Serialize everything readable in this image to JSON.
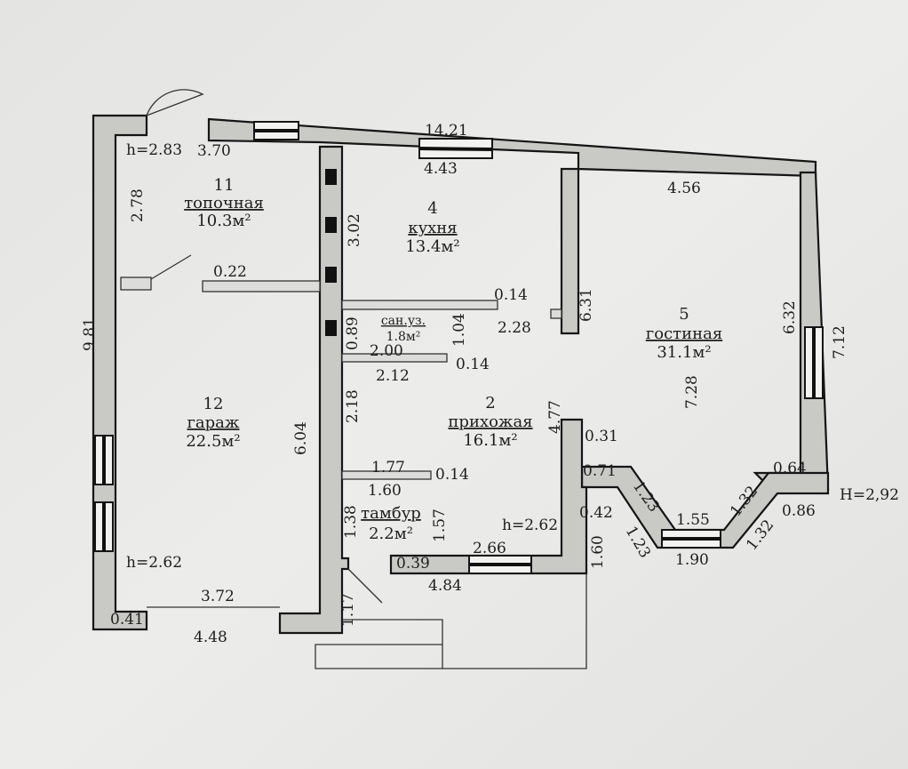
{
  "rooms": [
    {
      "number": "11",
      "name": "топочная",
      "area": "10.3м²"
    },
    {
      "number": "4",
      "name": "кухня",
      "area": "13.4м²"
    },
    {
      "number": "",
      "name": "сан.уз.",
      "area": "1.8м²"
    },
    {
      "number": "5",
      "name": "гостиная",
      "area": "31.1м²"
    },
    {
      "number": "2",
      "name": "прихожая",
      "area": "16.1м²"
    },
    {
      "number": "12",
      "name": "гараж",
      "area": "22.5м²"
    },
    {
      "number": "",
      "name": "тамбур",
      "area": "2.2м²"
    }
  ],
  "heights": {
    "boiler": "h=2.83",
    "garage": "h=2.62",
    "hall": "h=2.62",
    "living": "H=2,92"
  },
  "dimensions": {
    "top_total": "14.21",
    "boiler_top": "3.70",
    "kitchen_top": "4.43",
    "living_top": "4.56",
    "left_total": "9.81",
    "boiler_side": "2.78",
    "kitchen_side": "3.02",
    "partition": "0.22",
    "wc_wall_top": "0.14",
    "wc_len_top": "2.28",
    "wc_side": "0.89",
    "wc_depth": "1.04",
    "wc_bottom_inner": "2.00",
    "wc_bottom_outer": "2.12",
    "wc_wall_bottom": "0.14",
    "living_partition": "6.31",
    "living_right": "6.32",
    "living_outer_right": "7.12",
    "living_depth": "7.28",
    "hall_side": "2.18",
    "garage_side": "6.04",
    "hall_right": "4.77",
    "wall_031": "0.31",
    "vest_top": "1.77",
    "vest_wall": "0.14",
    "vest_inner": "1.60",
    "vest_left": "1.38",
    "vest_right": "1.57",
    "bay_071": "0.71",
    "bay_123a": "1.23",
    "bay_155": "1.55",
    "bay_132a": "1.32",
    "bay_064": "0.64",
    "bay_042": "0.42",
    "bay_123b": "1.23",
    "bay_190": "1.90",
    "bay_132b": "1.32",
    "bay_086": "0.86",
    "bay_160": "1.60",
    "front_266": "2.66",
    "front_039": "0.39",
    "front_484": "4.84",
    "garage_inner": "3.72",
    "garage_outer": "4.48",
    "garage_wall": "0.41",
    "porch": "1.17"
  }
}
